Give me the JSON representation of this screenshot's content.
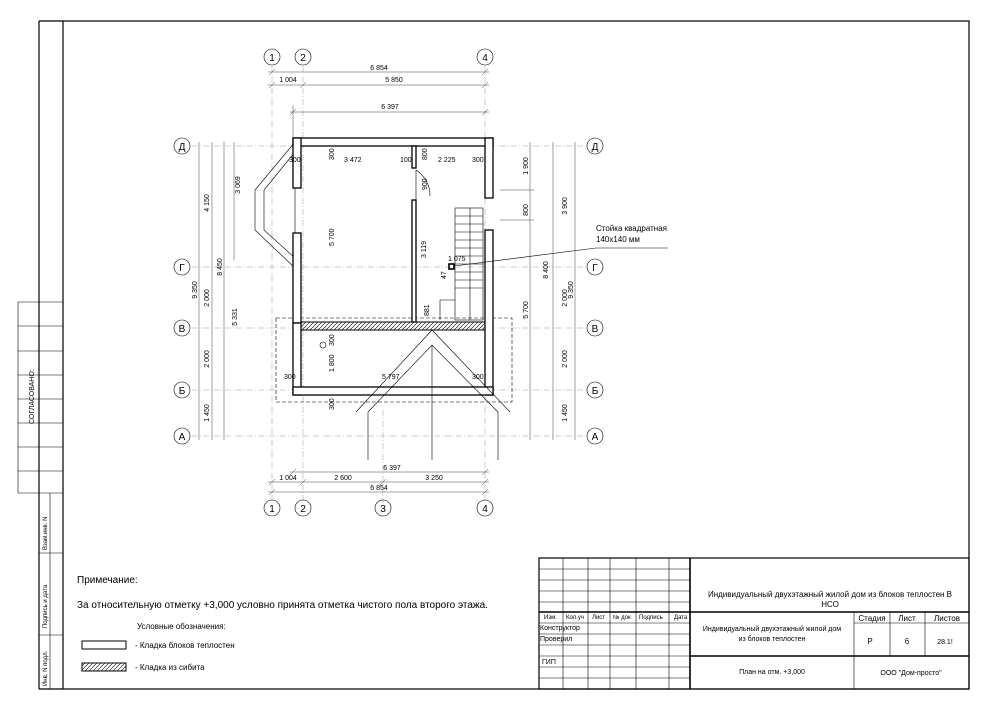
{
  "side_stamp": {
    "soglasovano": "СОГЛАСОВАНО:",
    "vzam_inv": "Взам.инв. N",
    "podpis_data": "Подпись и дата",
    "inv_podl": "Инв. N подл."
  },
  "plan": {
    "axes_num": [
      "1",
      "2",
      "3",
      "4"
    ],
    "axes_let": [
      "Д",
      "Г",
      "В",
      "Б",
      "А"
    ],
    "dims_top": {
      "total": "6 854",
      "a": "1 004",
      "b": "5 850",
      "c": "6 397"
    },
    "dims_bottom": {
      "c": "6 397",
      "a": "1 004",
      "b": "2 600",
      "d": "3 250",
      "total": "6 854"
    },
    "dims_left": {
      "a": "4 150",
      "b": "3 069",
      "c": "9 350",
      "d": "8 450",
      "e": "2 000",
      "f": "5 331",
      "g": "2 000",
      "h": "1 450"
    },
    "dims_right": {
      "a": "1 900",
      "b": "800",
      "c": "3 900",
      "d": "8 400",
      "e": "9 350",
      "f": "2 000",
      "g": "5 700",
      "h": "2 000",
      "i": "1 450"
    },
    "inner": {
      "w300a": "300",
      "w300b": "300",
      "r3472": "3 472",
      "r100": "100",
      "r800": "800",
      "r2225": "2 225",
      "w300c": "300",
      "d900": "900",
      "h5700": "5 700",
      "h3119": "3 119",
      "r1075": "1 075",
      "r47": "47",
      "r881": "881",
      "w300d": "300",
      "h1800": "1 800",
      "w300e": "300",
      "r5797": "5 797",
      "w300f": "300",
      "w300g": "300"
    },
    "callout": {
      "line1": "Стойка квадратная",
      "line2": "140х140 мм"
    }
  },
  "notes": {
    "title": "Примечание:",
    "text": "За относительную отметку +3,000 условно принята отметка чистого пола второго этажа.",
    "legend_title": "Условные обозначения:",
    "legend": [
      {
        "label": "- Кладка блоков теплостен"
      },
      {
        "label": "- Кладка из  сибита"
      }
    ]
  },
  "title_block": {
    "headers": [
      "Изм.",
      "Кол.уч",
      "Лист",
      "№ док",
      "Подпись",
      "Дата"
    ],
    "roles": [
      "Конструктор",
      "Проверил",
      "ГИП"
    ],
    "project": "Индивидуальный двухэтажный жилой дом из блоков теплостен В НСО",
    "object": "Индивидуальный двухэтажный жилой дом из блоков теплостен",
    "sheet_title": "План на отм. +3,000",
    "stage_label": "Стадия",
    "sheet_label": "Лист",
    "sheets_label": "Листов",
    "stage": "Р",
    "sheet": "6",
    "sheets": "28.1!",
    "company": "ООО \"Дом-просто\""
  }
}
